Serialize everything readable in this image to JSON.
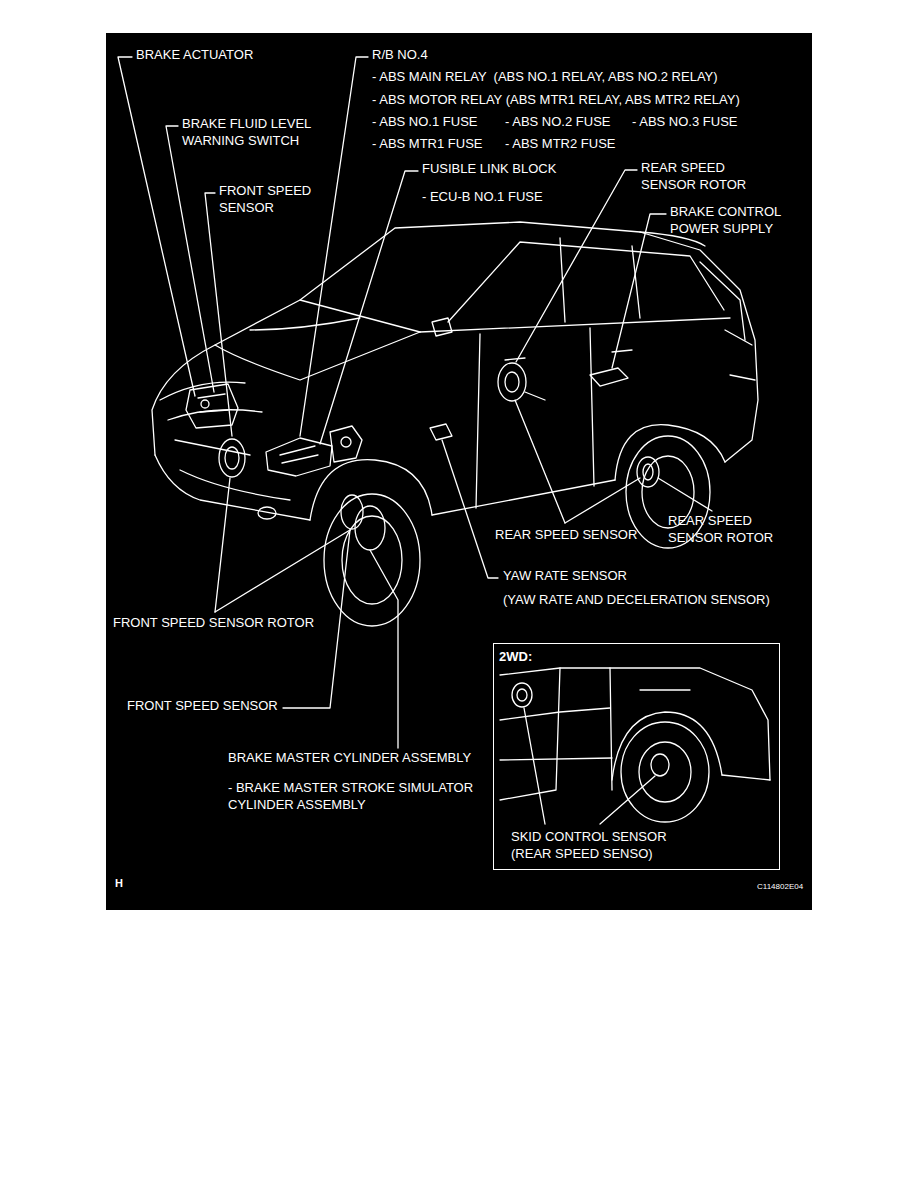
{
  "diagram": {
    "nodes": [
      {
        "text": [
          "2WD:",
          "SKID CONTROL SENSOR (REAR SPEED SENSO)"
        ]
      }
    ],
    "labels": [
      "BRAKE ACTUATOR",
      "R/B NO.4",
      "- ABS MAIN RELAY  (ABS NO.1 RELAY, ABS NO.2 RELAY)",
      "- ABS MOTOR RELAY (ABS MTR1 RELAY, ABS MTR2 RELAY)",
      "- ABS NO.1 FUSE",
      "- ABS NO.2 FUSE",
      "- ABS NO.3 FUSE",
      "- ABS MTR1 FUSE",
      "- ABS MTR2 FUSE",
      "BRAKE FLUID LEVEL WARNING SWITCH",
      "FRONT SPEED SENSOR",
      "FUSIBLE LINK BLOCK",
      "- ECU-B NO.1 FUSE",
      "REAR SPEED SENSOR ROTOR",
      "BRAKE CONTROL POWER SUPPLY",
      "REAR SPEED SENSOR",
      "REAR SPEED SENSOR ROTOR",
      "YAW RATE SENSOR",
      "(YAW RATE AND DECELERATION SENSOR)",
      "FRONT SPEED SENSOR ROTOR",
      "FRONT SPEED SENSOR",
      "BRAKE MASTER CYLINDER ASSEMBLY",
      "- BRAKE MASTER STROKE SIMULATOR CYLINDER ASSEMBLY",
      "H",
      "C114802E04"
    ]
  }
}
